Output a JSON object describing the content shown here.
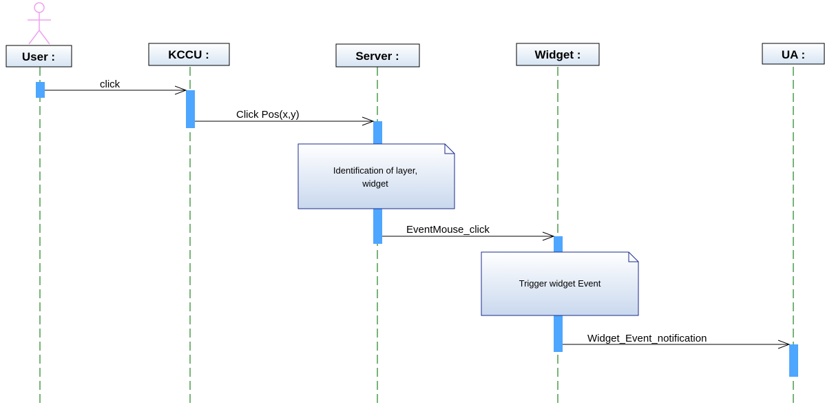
{
  "diagram": {
    "type": "sequence",
    "actor": {
      "label": "User :",
      "icon": "stick-figure-icon",
      "color": "#f0a0f0"
    },
    "lifelines": [
      {
        "id": "user",
        "label": "User :"
      },
      {
        "id": "kccu",
        "label": "KCCU :"
      },
      {
        "id": "server",
        "label": "Server :"
      },
      {
        "id": "widget",
        "label": "Widget :"
      },
      {
        "id": "ua",
        "label": "UA :"
      }
    ],
    "messages": [
      {
        "from": "user",
        "to": "kccu",
        "label": "click"
      },
      {
        "from": "kccu",
        "to": "server",
        "label": "Click Pos(x,y)"
      },
      {
        "from": "server",
        "to": "widget",
        "label": "EventMouse_click"
      },
      {
        "from": "widget",
        "to": "ua",
        "label": "Widget_Event_notification"
      }
    ],
    "notes": [
      {
        "on": "server",
        "lines": [
          "Identification of layer,",
          "widget"
        ]
      },
      {
        "on": "widget",
        "lines": [
          "Trigger widget Event"
        ]
      }
    ],
    "colors": {
      "lifeline": "#2e8b2e",
      "activation": "#4da6ff",
      "header_border": "#000000",
      "header_fill_top": "#ffffff",
      "header_fill_bottom": "#dce8f5",
      "note_border": "#1a2a8a",
      "note_fill_top": "#ffffff",
      "note_fill_bottom": "#cfdcf0",
      "actor": "#f0a0f0"
    }
  }
}
